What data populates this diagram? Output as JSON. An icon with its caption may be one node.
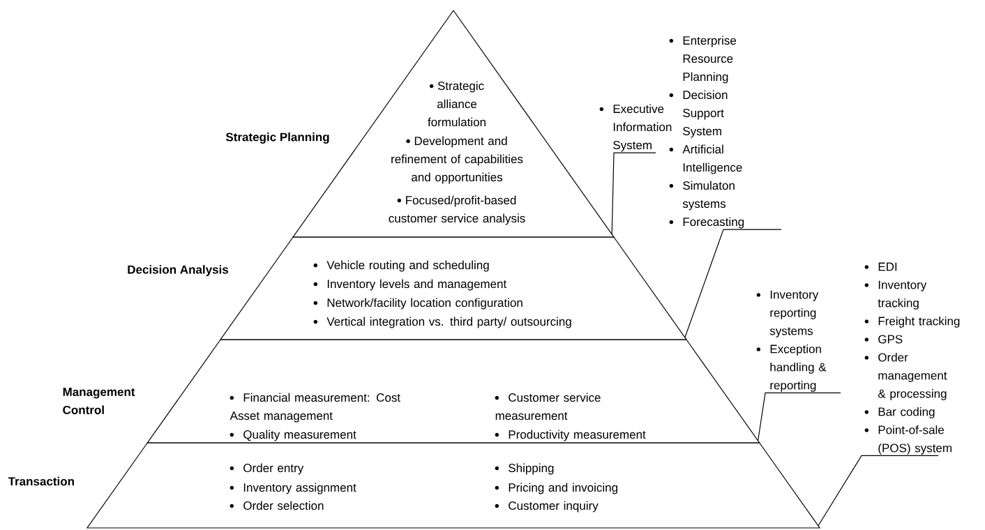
{
  "diagram": {
    "nodes": [
      {
        "text": [
          "Strategic Planning",
          "Strategic alliance formulation",
          "Development and refinement of capabilities and opportunities",
          "Focused/profit-based customer service analysis"
        ]
      },
      {
        "text": [
          "Decision Analysis",
          "Vehicle routing and scheduling",
          "Inventory levels and management",
          "Network/facility location configuration",
          "Vertical integration vs. third party/ outsourcing"
        ]
      },
      {
        "text": [
          "Management Control",
          "Financial measurement: Cost Asset management",
          "Quality measurement",
          "Customer service measurement",
          "Productivity measurement"
        ]
      },
      {
        "text": [
          "Transaction",
          "Order entry",
          "Inventory assignment",
          "Order selection",
          "Shipping",
          "Pricing and invoicing",
          "Customer inquiry"
        ]
      },
      {
        "text": [
          "Executive Information System"
        ]
      },
      {
        "text": [
          "Enterprise Resource Planning",
          "Decision Support System",
          "Artificial Intelligence",
          "Simulaton systems",
          "Forecasting"
        ]
      },
      {
        "text": [
          "Inventory reporting systems",
          "Exception handling & reporting"
        ]
      },
      {
        "text": [
          "EDI",
          "Inventory tracking",
          "Freight tracking",
          "GPS",
          "Order management & processing",
          "Bar coding",
          "Point-of-sale (POS) system"
        ]
      }
    ],
    "edges": [
      {
        "from": 4,
        "to": 0,
        "arrow": "none"
      },
      {
        "from": 5,
        "to": 1,
        "arrow": "none"
      },
      {
        "from": 6,
        "to": 2,
        "arrow": "none"
      },
      {
        "from": 7,
        "to": 3,
        "arrow": "none"
      }
    ]
  }
}
